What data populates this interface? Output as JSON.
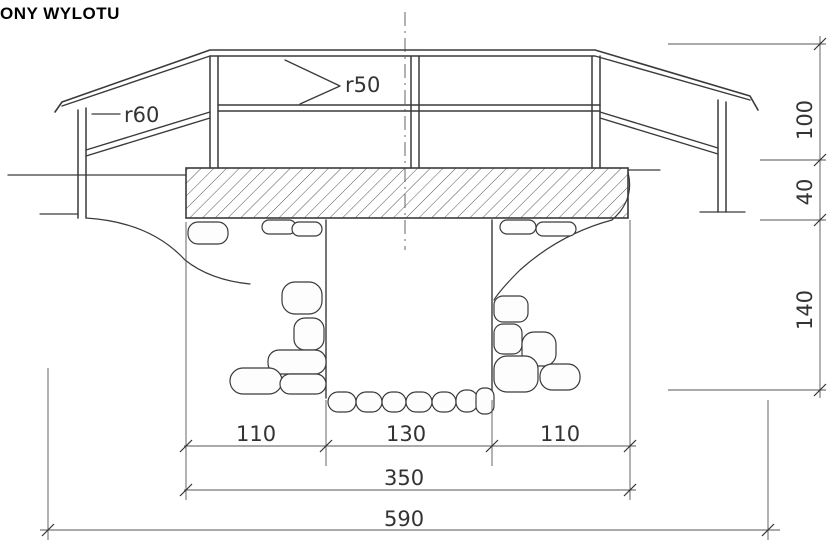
{
  "title": "ONY WYLOTU",
  "labels": {
    "railing_radius_left": "r60",
    "railing_radius_top": "r50"
  },
  "dimensions": {
    "railing_height": "100",
    "slab_thickness": "40",
    "opening_height": "140",
    "left_abutment": "110",
    "opening_width": "130",
    "right_abutment": "110",
    "structure_width": "350",
    "total_width": "590"
  },
  "colors": {
    "line": "#3a3a3a",
    "text": "#333333",
    "background": "#ffffff"
  }
}
